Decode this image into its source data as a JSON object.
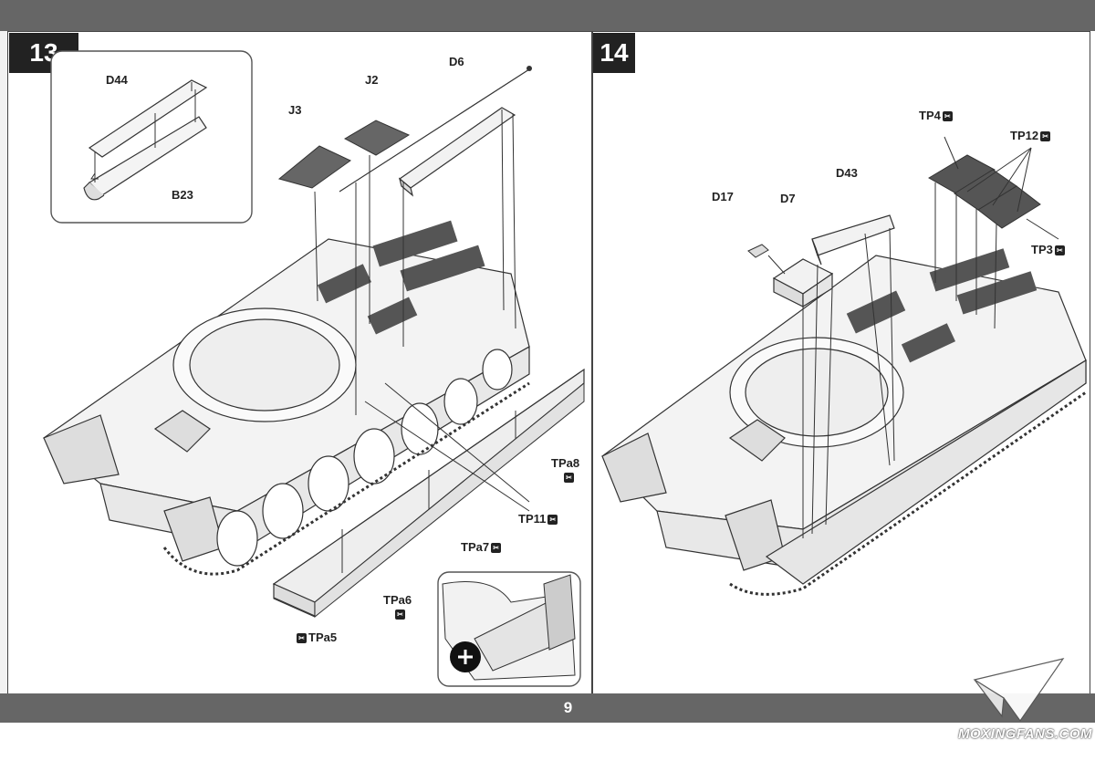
{
  "page": {
    "number": "9"
  },
  "step13": {
    "number": "13",
    "parts": {
      "d44": "D44",
      "b23": "B23",
      "j3": "J3",
      "j2": "J2",
      "d6": "D6",
      "tpa5": "TPa5",
      "tpa6": "TPa6",
      "tpa7": "TPa7",
      "tpa8": "TPa8",
      "tp11": "TP11"
    },
    "zoom_icon": "magnify-plus-icon"
  },
  "step14": {
    "number": "14",
    "parts": {
      "d17": "D17",
      "d7": "D7",
      "d43": "D43",
      "tp4": "TP4",
      "tp12": "TP12",
      "tp3": "TP3"
    }
  },
  "watermark": {
    "text": "MOXINGFANS.COM",
    "logo": "paper-plane-icon"
  },
  "colors": {
    "bar": "#666666",
    "ink": "#222222",
    "paper": "#ffffff"
  }
}
